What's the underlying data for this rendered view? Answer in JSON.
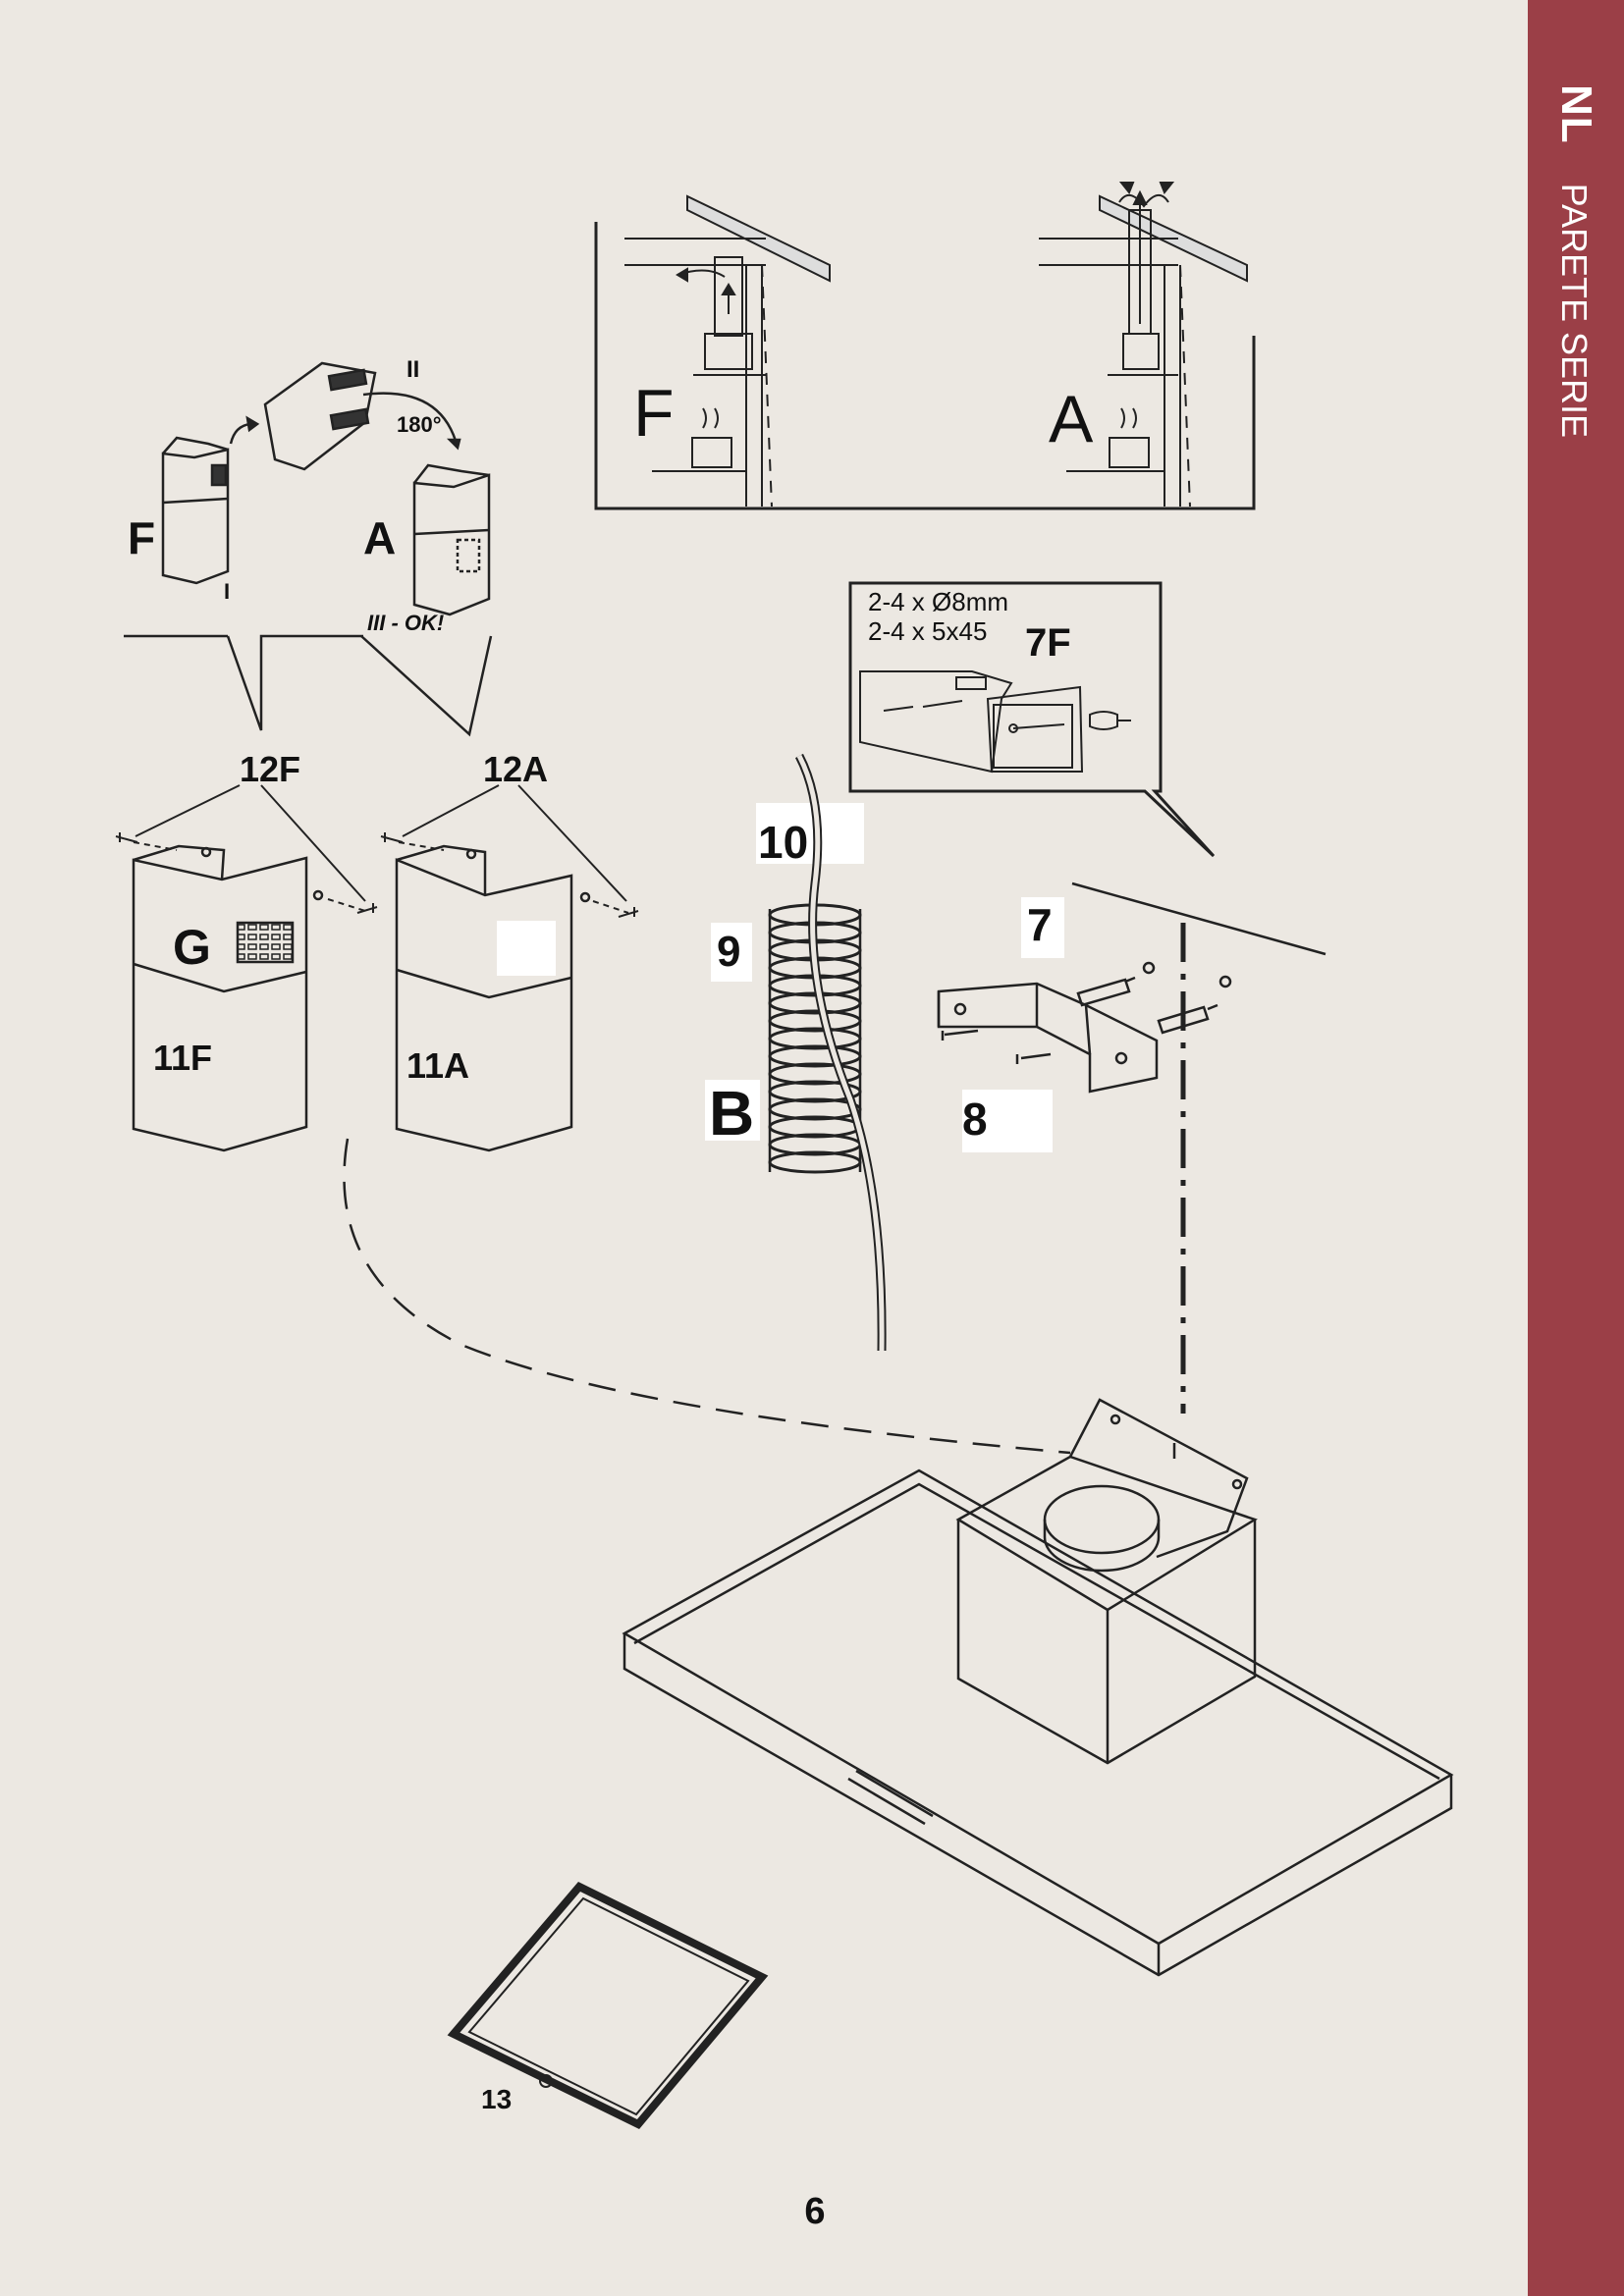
{
  "sidebar": {
    "language_code": "NL",
    "model_series": "PARETE SERIE",
    "color": "#9b3f47"
  },
  "page_number": "6",
  "diagram": {
    "installation_modes": {
      "filter_mode_letter": "F",
      "exhaust_mode_letter": "A"
    },
    "chimney_conversion": {
      "label_f": "F",
      "label_a": "A",
      "step_1": "I",
      "step_2": "II",
      "step_3": "III - OK!",
      "rotation": "180°"
    },
    "parts": {
      "upper_chimney_filter": "12F",
      "upper_chimney_aspiration": "12A",
      "grille": "G",
      "lower_chimney_filter": "11F",
      "lower_chimney_aspiration": "11A",
      "cable": "10",
      "flexible_hose": "9",
      "hose_letter": "B",
      "wall_plugs": "7",
      "bracket": "8",
      "filter_panel": "13",
      "bracket_fixing_kit": "7F"
    },
    "fixing_spec": {
      "line_1": "2-4 x Ø8mm",
      "line_2": "2-4 x 5x45"
    }
  }
}
